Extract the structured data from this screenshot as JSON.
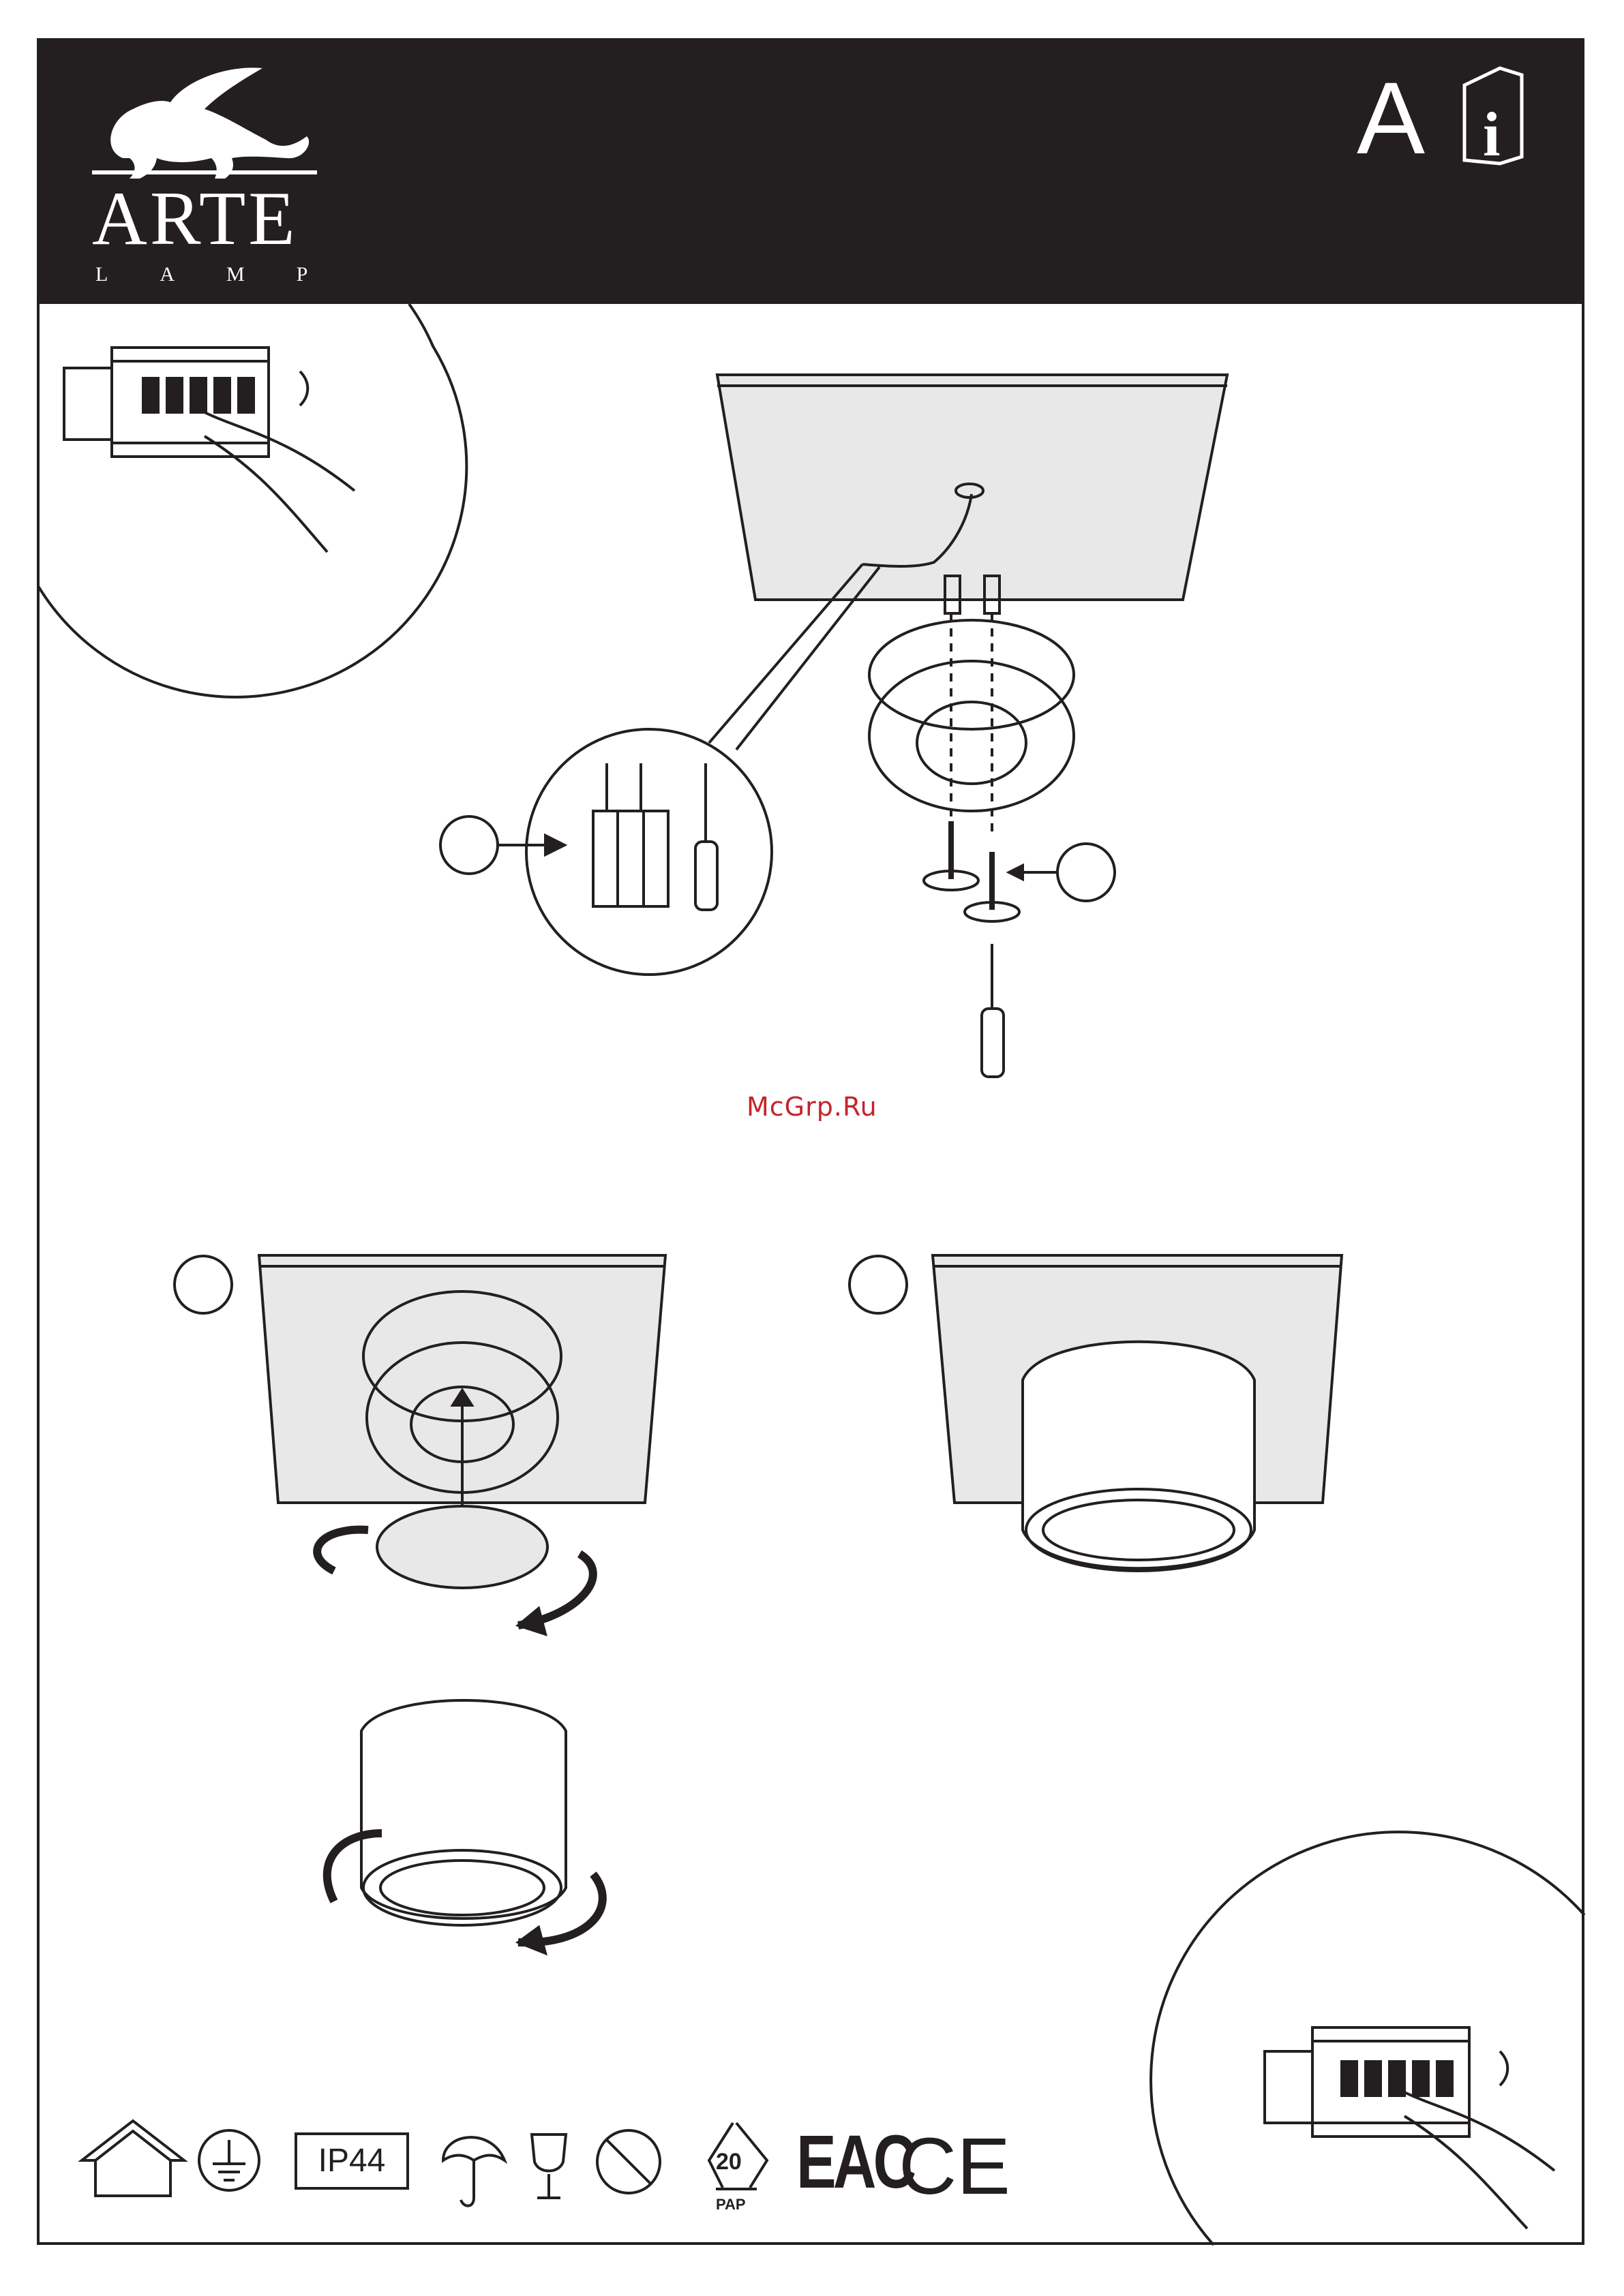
{
  "header": {
    "brand_name": "ARTE",
    "brand_sub": "LAMP",
    "section_letter": "A",
    "info_icon": "manual-info-icon"
  },
  "watermark": "McGrp.Ru",
  "steps": [
    {
      "label": "",
      "icon": "power-off-breaker-icon"
    },
    {
      "label": "",
      "icon": "wiring-terminal-icon"
    },
    {
      "label": "",
      "icon": "screw-mount-icon"
    },
    {
      "label": "",
      "icon": "twist-lock-icon"
    },
    {
      "label": "",
      "icon": "assembled-fixture-icon"
    },
    {
      "label": "",
      "icon": "power-on-breaker-icon"
    }
  ],
  "footer": {
    "indoor_icon": "house-icon",
    "ground_icon": "ground-icon",
    "ip_rating": "IP44",
    "rain_icon": "umbrella-rain-icon",
    "fragile_icon": "fragile-glass-icon",
    "no_food_icon": "not-food-safe-icon",
    "recycle_number": "20",
    "recycle_label": "PAP",
    "eac_mark": "EAC",
    "ce_mark": "CE"
  },
  "colors": {
    "ink": "#231f20",
    "panel": "#e8e8e8",
    "watermark": "#c4242b"
  }
}
